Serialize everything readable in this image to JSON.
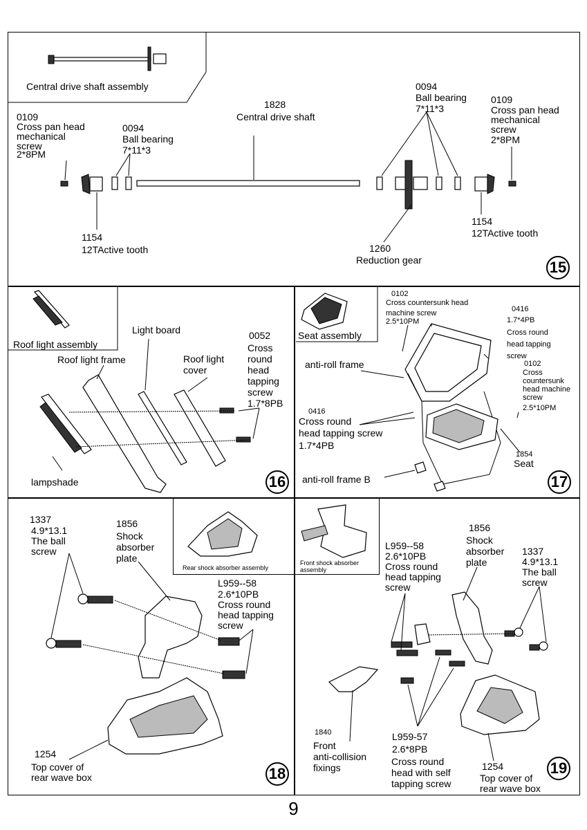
{
  "page_number": "9",
  "panel15": {
    "step": "15",
    "inset_caption": "Central drive shaft assembly",
    "screw_left": {
      "code": "0109",
      "name": "Cross pan head\nmechanical\nscrew",
      "size": "2*8PM"
    },
    "bearing_left": {
      "code": "0094",
      "name": "Ball bearing",
      "size": "7*11*3"
    },
    "shaft": {
      "code": "1828",
      "name": "Central drive shaft"
    },
    "bearing_right": {
      "code": "0094",
      "name": "Ball bearing",
      "size": "7*11*3"
    },
    "screw_right": {
      "code": "0109",
      "name": "Cross pan head\nmechanical\nscrew",
      "size": "2*8PM"
    },
    "tooth_left": {
      "code": "1154",
      "name": "12TActive tooth"
    },
    "gear": {
      "code": "1260",
      "name": "Reduction gear"
    },
    "tooth_right": {
      "code": "1154",
      "name": "12TActive tooth"
    }
  },
  "panel16": {
    "step": "16",
    "inset_caption": "Roof light assembly",
    "light_board": "Light board",
    "roof_light_frame": "Roof light frame",
    "roof_light_cover": "Roof light\ncover",
    "screw": {
      "code": "0052",
      "name": "Cross\nround\nhead\ntapping\nscrew",
      "size": "1.7*8PB"
    },
    "lampshade": "lampshade"
  },
  "panel17": {
    "step": "17",
    "inset_caption": "Seat assembly",
    "screw_top": {
      "code": "0102",
      "name": "Cross countersunk head\nmachine screw",
      "size": "2.5*10PM"
    },
    "screw_right_top": {
      "code": "0416",
      "size": "1.7*4PB",
      "name": "Cross round\nhead tapping\nscrew"
    },
    "screw_right": {
      "code": "0102",
      "name": "Cross\ncountersunk\nhead machine\nscrew",
      "size": "2.5*10PM"
    },
    "anti_roll_frame": "anti-roll frame",
    "screw_left": {
      "code": "0416",
      "name": "Cross round\nhead tapping screw",
      "size": "1.7*4PB"
    },
    "seat": {
      "code": "1854",
      "name": "Seat"
    },
    "anti_roll_frame_b": "anti-roll frame B"
  },
  "panel18": {
    "step": "18",
    "ball_screw": {
      "code": "1337",
      "size": "4.9*13.1",
      "name": "The ball\nscrew"
    },
    "plate": {
      "code": "1856",
      "name": "Shock\nabsorber\nplate"
    },
    "screw": {
      "code": "L959--58",
      "size": "2.6*10PB",
      "name": "Cross round\nhead tapping\nscrew"
    },
    "rear_inset_caption": "Rear shock absorber assembly",
    "front_inset_caption": "Front shock absorber\nassembly",
    "cover": {
      "code": "1254",
      "name": "Top cover of\nrear wave box"
    }
  },
  "panel19": {
    "step": "19",
    "screw58": {
      "code": "L959--58",
      "size": "2.6*10PB",
      "name": "Cross round\nhead tapping\nscrew"
    },
    "plate": {
      "code": "1856",
      "name": "Shock\nabsorber\nplate"
    },
    "ball_screw": {
      "code": "1337",
      "size": "4.9*13.1",
      "name": "The ball\nscrew"
    },
    "fixings": {
      "code": "1840",
      "name": "Front\nanti-collision\nfixings"
    },
    "screw57": {
      "code": "L959-57",
      "size": "2.6*8PB",
      "name": "Cross round\nhead with self\ntapping screw"
    },
    "cover": {
      "code": "1254",
      "name": "Top cover of\nrear wave box"
    }
  }
}
